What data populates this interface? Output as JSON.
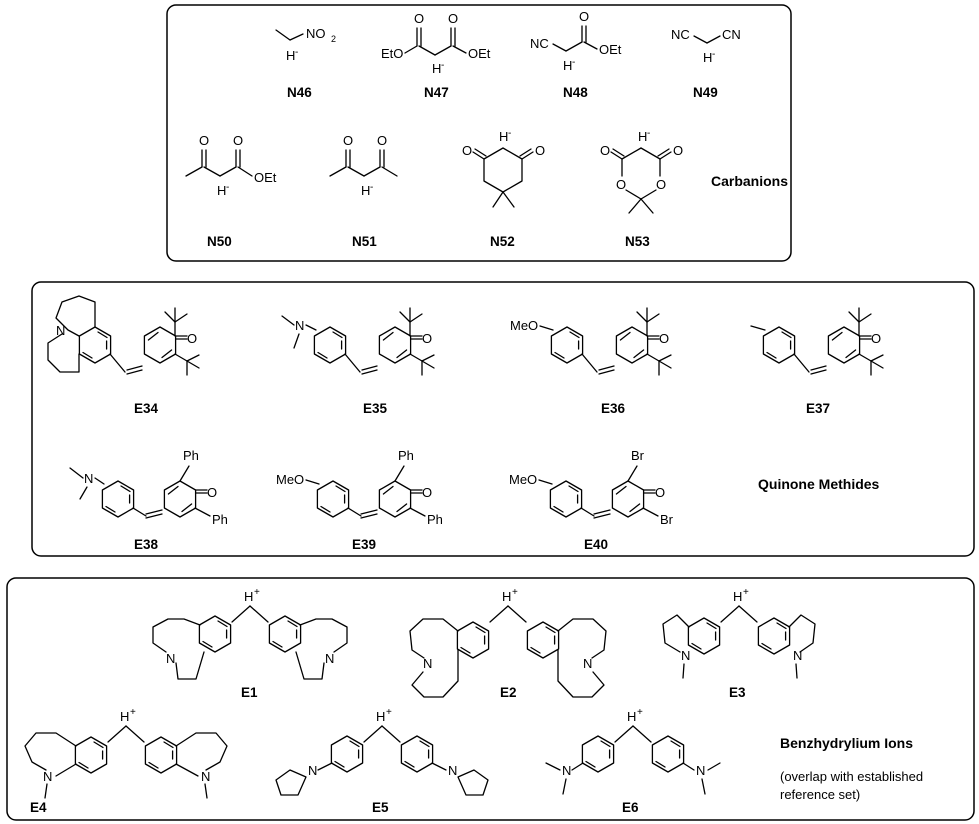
{
  "sections": {
    "carbanions": {
      "title": "Carbanions",
      "labels": [
        "N46",
        "N47",
        "N48",
        "N49",
        "N50",
        "N51",
        "N52",
        "N53"
      ]
    },
    "quinone_methides": {
      "title": "Quinone Methides",
      "labels": [
        "E34",
        "E35",
        "E36",
        "E37",
        "E38",
        "E39",
        "E40"
      ]
    },
    "benzhydrylium": {
      "title": "Benzhydrylium Ions",
      "note1": "(overlap with established",
      "note2": "reference set)",
      "labels": [
        "E1",
        "E2",
        "E3",
        "E4",
        "E5",
        "E6"
      ]
    }
  },
  "atoms": {
    "no2": "NO",
    "no2_sub": "2",
    "h": "H",
    "minus": "-",
    "plus": "+",
    "o": "O",
    "oet": "OEt",
    "eto": "EtO",
    "nc": "NC",
    "cn": "CN",
    "n": "N",
    "meo": "MeO",
    "ph": "Ph",
    "br": "Br"
  }
}
